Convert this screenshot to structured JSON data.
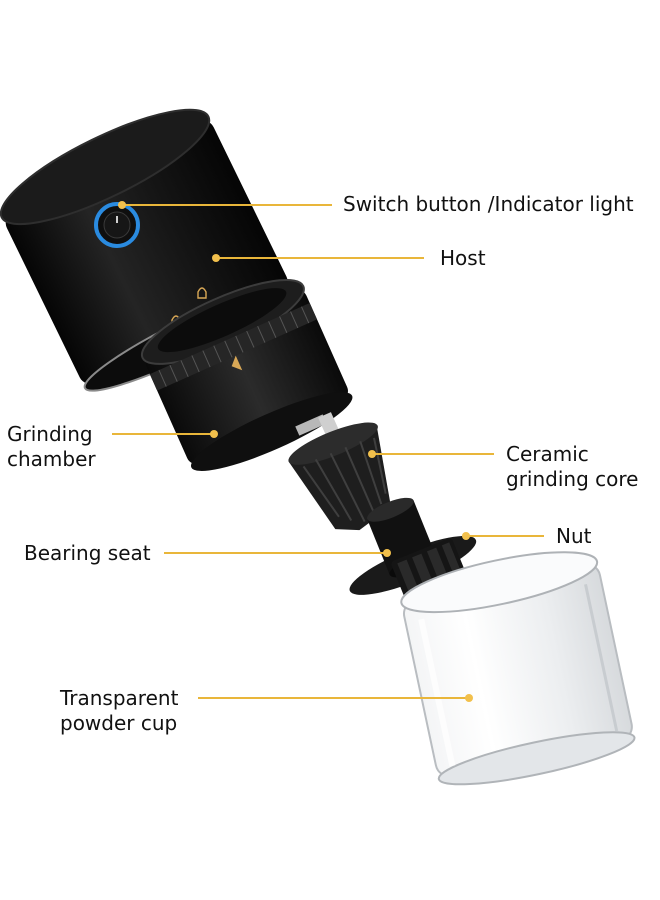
{
  "labels": {
    "switch_button": "Switch button /Indicator light",
    "host": "Host",
    "grinding_chamber": [
      "Grinding",
      "chamber"
    ],
    "ceramic_core": [
      "Ceramic",
      "grinding core"
    ],
    "nut": "Nut",
    "bearing_seat": "Bearing seat",
    "powder_cup": [
      "Transparent",
      "powder cup"
    ]
  },
  "colors": {
    "leader_line": "#e9b63a",
    "leader_dot": "#f2c04c",
    "body_black": "#141414",
    "indicator_ring": "#2a8be0"
  }
}
